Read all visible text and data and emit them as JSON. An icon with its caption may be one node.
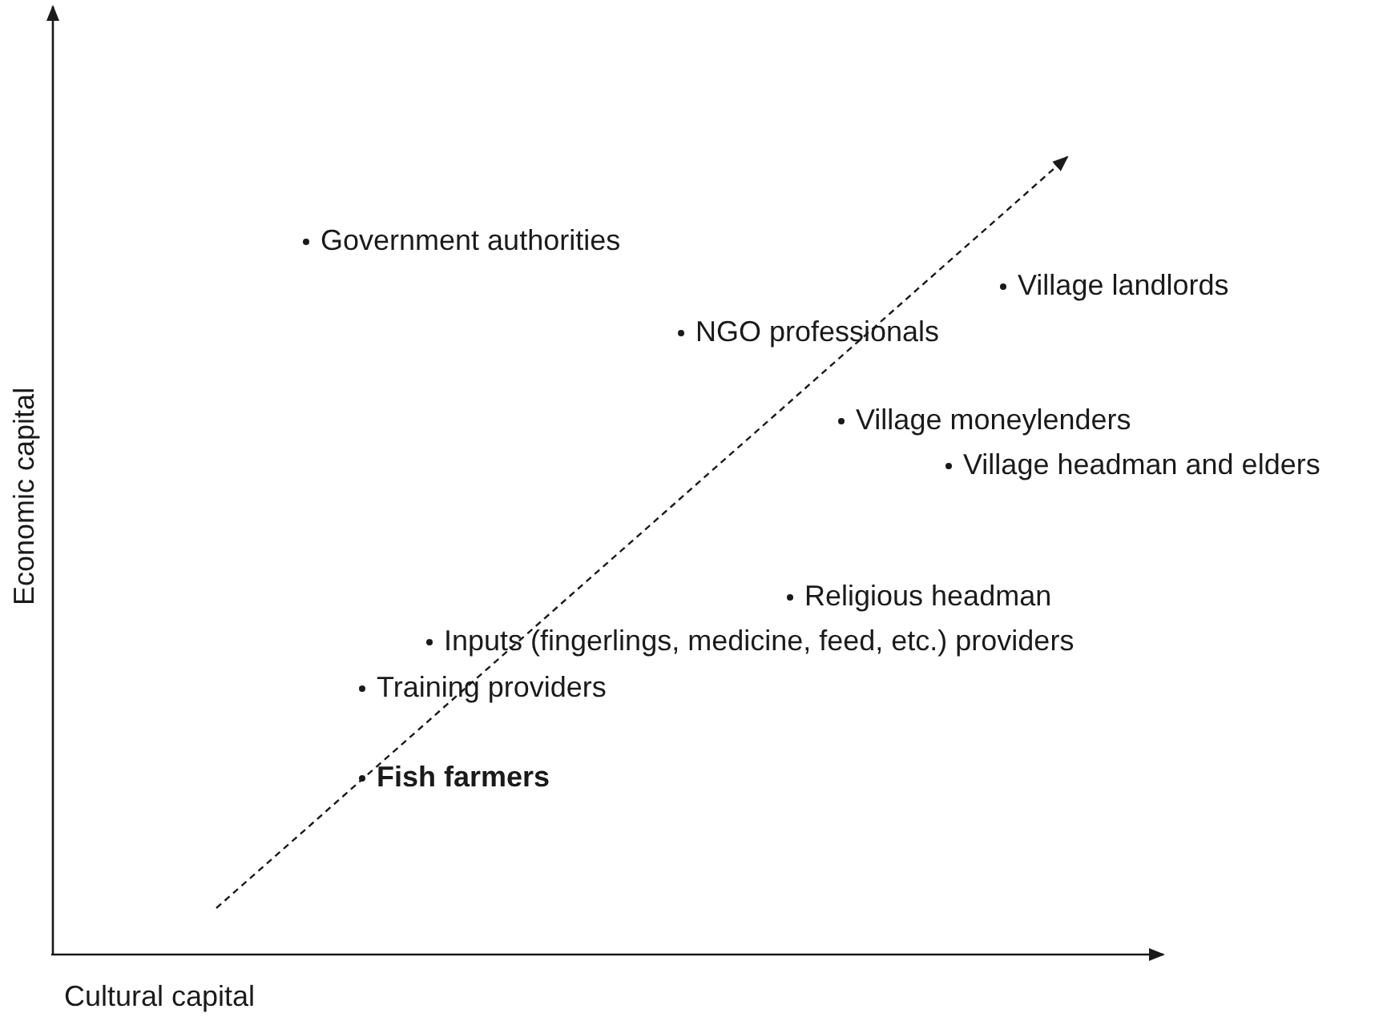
{
  "diagram": {
    "labels": [
      "Government authorities",
      "Village landlords",
      "NGO professionals",
      "Village moneylenders",
      "Village headman and elders",
      "Religious headman",
      "Inputs (fingerlings, medicine, feed, etc.) providers",
      "Training providers",
      "Fish farmers",
      "Economic capital",
      "Cultural capital"
    ]
  }
}
